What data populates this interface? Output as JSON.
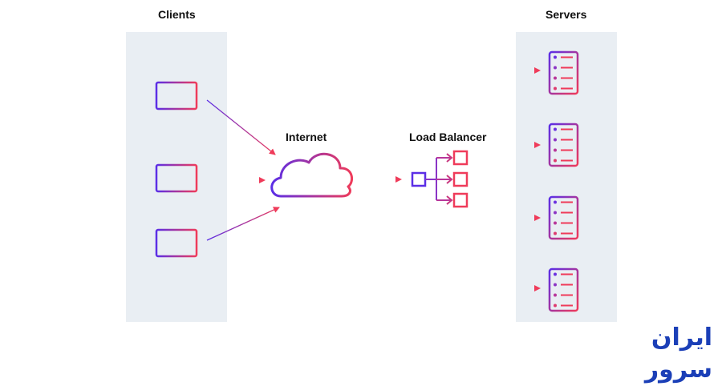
{
  "labels": {
    "clients": "Clients",
    "servers": "Servers",
    "internet": "Internet",
    "load_balancer": "Load Balancer"
  },
  "brand": {
    "logo_text": "ایران سرور"
  },
  "colors": {
    "panel": "#e9eef3",
    "gradient_start": "#5b2ee6",
    "gradient_end": "#ef3b5a",
    "arrow": "#ef3b5a",
    "brand": "#1b3fb7"
  },
  "icons": {
    "clients": [
      "laptop-icon",
      "laptop-icon",
      "laptop-icon"
    ],
    "servers": [
      "server-rack-icon",
      "server-rack-icon",
      "server-rack-icon",
      "server-rack-icon"
    ],
    "internet": "cloud-icon",
    "load_balancer": "load-balancer-icon"
  }
}
